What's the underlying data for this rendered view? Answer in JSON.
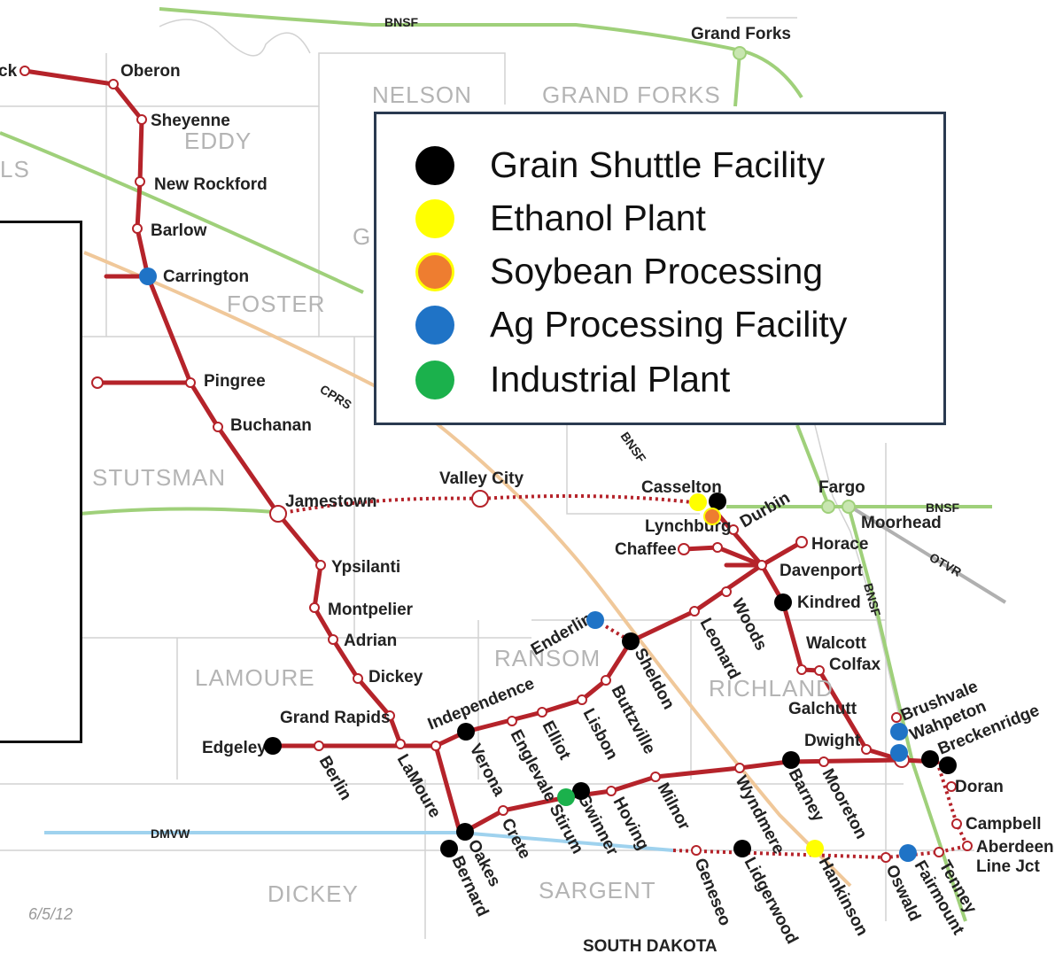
{
  "map": {
    "counties": [
      "NELSON",
      "GRAND FORKS",
      "EDDY",
      "FOSTER",
      "STUTSMAN",
      "RANSOM",
      "LAMOURE",
      "RICHLAND",
      "DICKEY",
      "SARGENT",
      "LS",
      "G"
    ],
    "railroads": [
      "BNSF",
      "CPRS",
      "OTVR",
      "DMVW"
    ],
    "towns": [
      "ck",
      "Oberon",
      "Sheyenne",
      "New Rockford",
      "Barlow",
      "Carrington",
      "Pingree",
      "Buchanan",
      "Jamestown",
      "Ypsilanti",
      "Montpelier",
      "Adrian",
      "Dickey",
      "Grand Rapids",
      "Edgeley",
      "Berlin",
      "LaMoure",
      "Independence",
      "Verona",
      "Englevale",
      "Elliot",
      "Lisbon",
      "Buttzville",
      "Sheldon",
      "Enderlin",
      "Leonard",
      "Woods",
      "Valley City",
      "Casselton",
      "Lynchburg",
      "Chaffee",
      "Durbin",
      "Horace",
      "Davenport",
      "Kindred",
      "Walcott",
      "Colfax",
      "Galchutt",
      "Dwight",
      "Brushvale",
      "Wahpeton",
      "Breckenridge",
      "Doran",
      "Campbell",
      "Aberdeen",
      "Line Jct",
      "Tenney",
      "Fairmount",
      "Oswald",
      "Hankinson",
      "Wyndmere",
      "Lidgerwood",
      "Geneseo",
      "Barney",
      "Mooreton",
      "Milnor",
      "Hoving",
      "Gwinner",
      "Stirum",
      "Crete",
      "Oakes",
      "Bernard",
      "Fargo",
      "Moorhead",
      "Grand Forks"
    ],
    "state_label": "SOUTH DAKOTA",
    "date_note": "6/5/12"
  },
  "legend": {
    "items": [
      {
        "label": "Grain Shuttle Facility",
        "color": "#000000"
      },
      {
        "label": "Ethanol Plant",
        "color": "#ffff00"
      },
      {
        "label": "Soybean Processing",
        "color": "#ee7d30"
      },
      {
        "label": "Ag Processing Facility",
        "color": "#1f73c6"
      },
      {
        "label": "Industrial Plant",
        "color": "#1bb14c"
      }
    ]
  },
  "colors": {
    "main_line": "#b5232a",
    "bnsf": "#9fd07a",
    "cprs": "#f0c89a",
    "otvr": "#b0b0b0",
    "dmvw": "#9fd2ee",
    "county_line": "#d2d2d2",
    "legend_border": "#2a3a50"
  }
}
